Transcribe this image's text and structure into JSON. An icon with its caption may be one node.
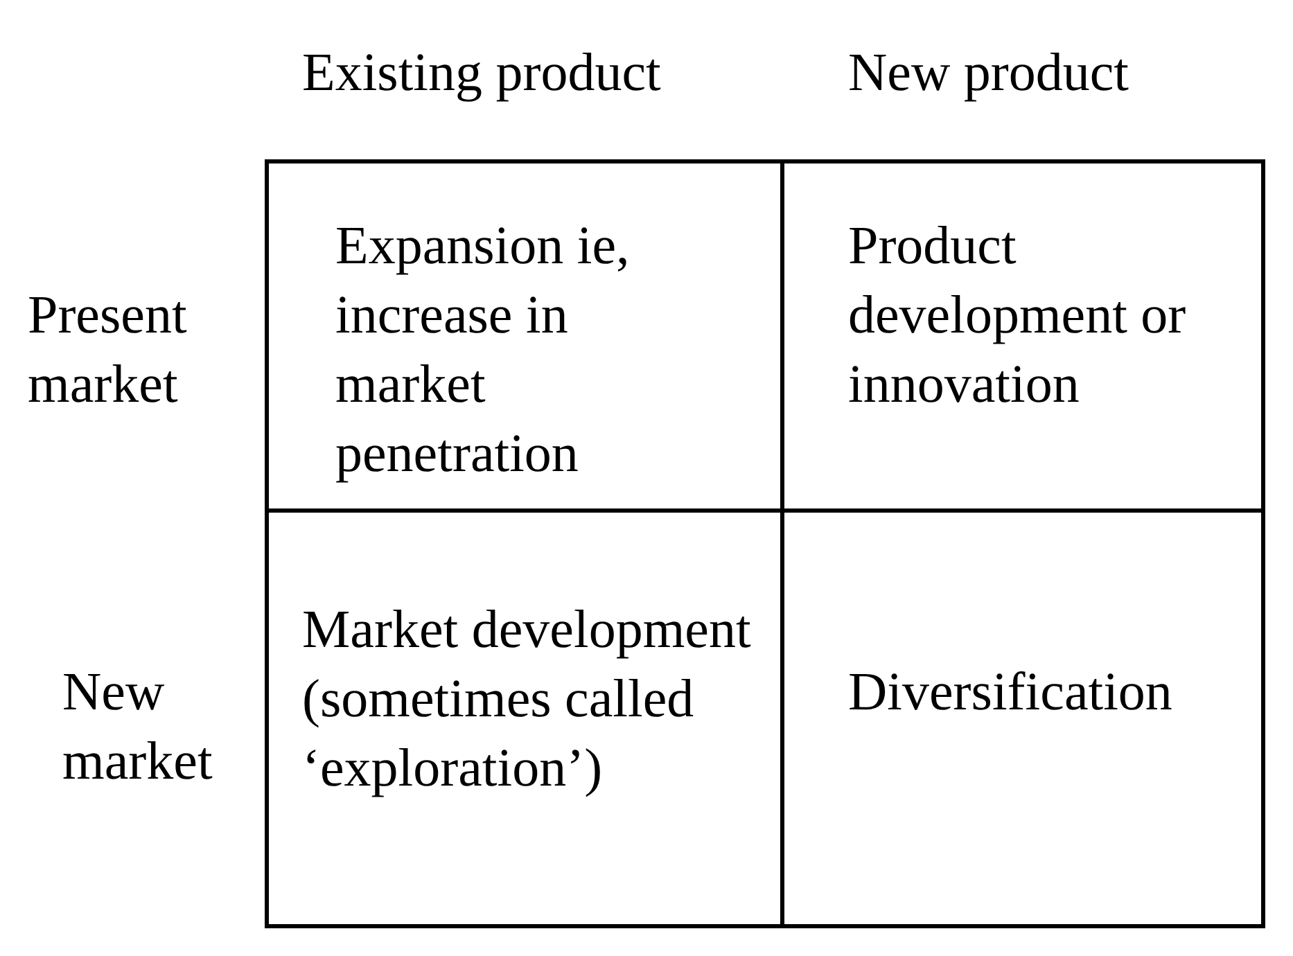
{
  "diagram": {
    "nodes": [
      {
        "text": [
          "Expansion ie, increase in market penetration"
        ]
      },
      {
        "text": [
          "Product development or innovation"
        ]
      },
      {
        "text": [
          "Market development (sometimes called ‘exploration’)"
        ]
      },
      {
        "text": [
          "Diversification"
        ]
      }
    ],
    "labels": [
      "Existing product",
      "New product",
      "Present market",
      "New market"
    ]
  }
}
